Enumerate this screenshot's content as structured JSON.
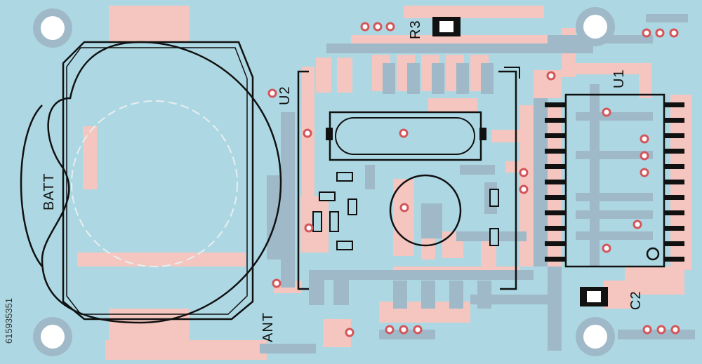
{
  "labels": {
    "r3": "R3",
    "u2": "U2",
    "u1": "U1",
    "c2": "C2",
    "batt": "BATT",
    "ant": "ANT"
  },
  "stock_id": "615935351",
  "colors": {
    "board": "#add8e3",
    "copper_top": "#f4c6bf",
    "copper_bottom": "#9fb9c8",
    "silkscreen": "#111111",
    "hole_ring": "#d4555a",
    "mount_hole": "#ffffff"
  }
}
